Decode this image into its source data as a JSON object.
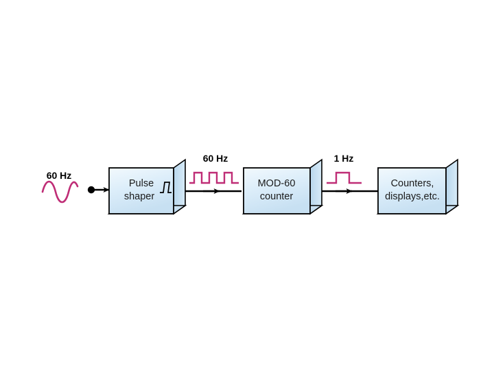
{
  "diagram": {
    "title": "60 Hz digital clock frequency divider block diagram",
    "background_color": "#ffffff",
    "colors": {
      "box_face_light": "#eef6fc",
      "box_face_mid": "#cfe4f3",
      "box_side": "#aecfe8",
      "box_bottom": "#c3dcee",
      "box_outline": "#000000",
      "wave_color": "#bf2d76",
      "line_color": "#000000",
      "text_color": "#000000"
    },
    "source": {
      "label": "60 Hz",
      "waveform": "sine",
      "waveform_name": "sine-wave-60hz",
      "cycles": 1.5,
      "terminal": "input-dot"
    },
    "blocks": [
      {
        "id": "pulse-shaper",
        "line1": "Pulse",
        "line2": "shaper",
        "glyph": "pulse-glyph",
        "has_glyph": true
      },
      {
        "id": "mod-60-counter",
        "line1": "MOD-60",
        "line2": "counter",
        "has_glyph": false
      },
      {
        "id": "counters-displays",
        "line1": "Counters,",
        "line2": "displays,etc.",
        "has_glyph": false
      }
    ],
    "signals": [
      {
        "id": "signal-60hz",
        "label": "60 Hz",
        "waveform": "square",
        "waveform_name": "pulse-train-60hz",
        "pulses": 3
      },
      {
        "id": "signal-1hz",
        "label": "1 Hz",
        "waveform": "square",
        "waveform_name": "single-pulse-1hz",
        "pulses": 1
      }
    ]
  }
}
